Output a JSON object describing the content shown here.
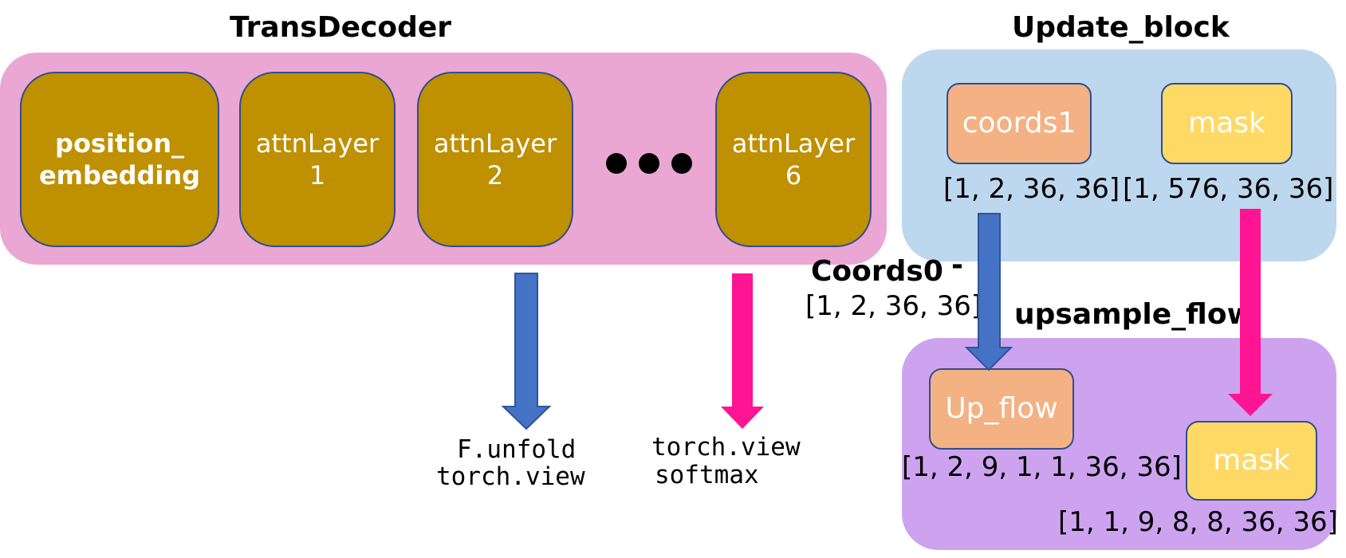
{
  "colors": {
    "transdecoder_panel": "#eaa7d4",
    "update_panel": "#bdd7ee",
    "upsample_panel": "#cda3f0",
    "layer_block": "#bf9000",
    "coords_block": "#f4b183",
    "mask_block": "#ffd966",
    "blue_arrow": "#4472c4",
    "pink_arrow": "#ff1493"
  },
  "transdecoder": {
    "title": "TransDecoder",
    "blocks": [
      {
        "line1": "position_",
        "line2": "embedding"
      },
      {
        "line1": "attnLayer",
        "line2": "1"
      },
      {
        "line1": "attnLayer",
        "line2": "2"
      },
      {
        "line1": "attnLayer",
        "line2": "6"
      }
    ],
    "ellipsis_icon": "ellipsis-dots"
  },
  "update_block": {
    "title": "Update_block",
    "coords_label": "coords1",
    "mask_label": "mask",
    "coords_shape": "[1, 2, 36, 36]",
    "mask_shape": "[1, 576, 36, 36]"
  },
  "coords0": {
    "label": "Coords0",
    "minus": "-",
    "shape": "[1, 2, 36, 36]"
  },
  "upsample_flow": {
    "title": "upsample_flow",
    "up_flow_label": "Up_flow",
    "mask_label": "mask",
    "up_flow_shape": "[1, 2, 9, 1, 1, 36, 36]",
    "mask_shape": "[1, 1, 9, 8, 8, 36, 36]"
  },
  "ops": {
    "blue_line1": "F.unfold",
    "blue_line2": "torch.view",
    "pink_line1": "torch.view",
    "pink_line2": "softmax"
  }
}
